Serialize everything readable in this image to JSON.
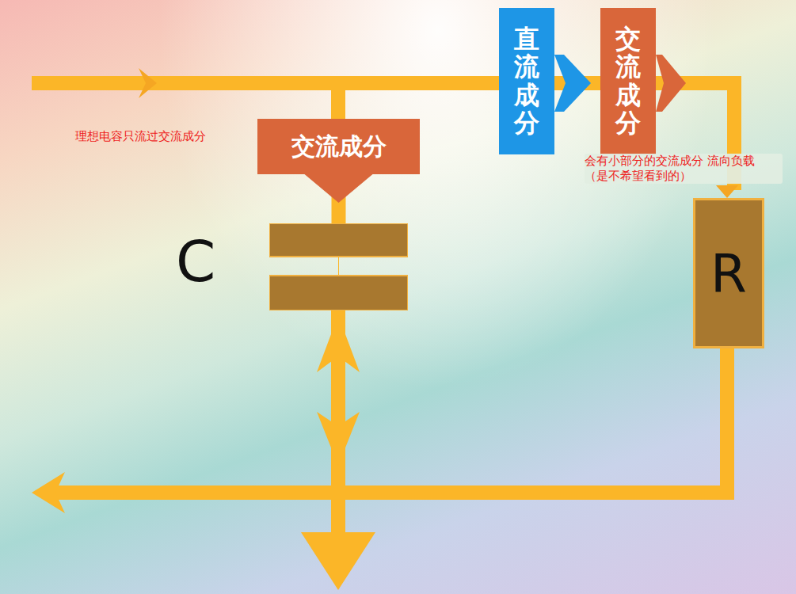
{
  "diagram": {
    "nodes": [
      {
        "text": [
          "直流成分"
        ]
      },
      {
        "text": [
          "交流成分"
        ]
      },
      {
        "text": [
          "交流成分"
        ]
      },
      {
        "text": [
          "C"
        ]
      },
      {
        "text": [
          "R"
        ]
      }
    ],
    "edges": [
      {
        "from": 0,
        "to": 1,
        "arrow": "to"
      },
      {
        "from": 1,
        "to": 4,
        "arrow": "to"
      },
      {
        "from": 2,
        "to": 3,
        "arrow": "to"
      }
    ],
    "labels": [
      "理想电容只流过交流成分",
      "会有小部分的交流成分 流向负载（是不希望看到的）"
    ]
  }
}
